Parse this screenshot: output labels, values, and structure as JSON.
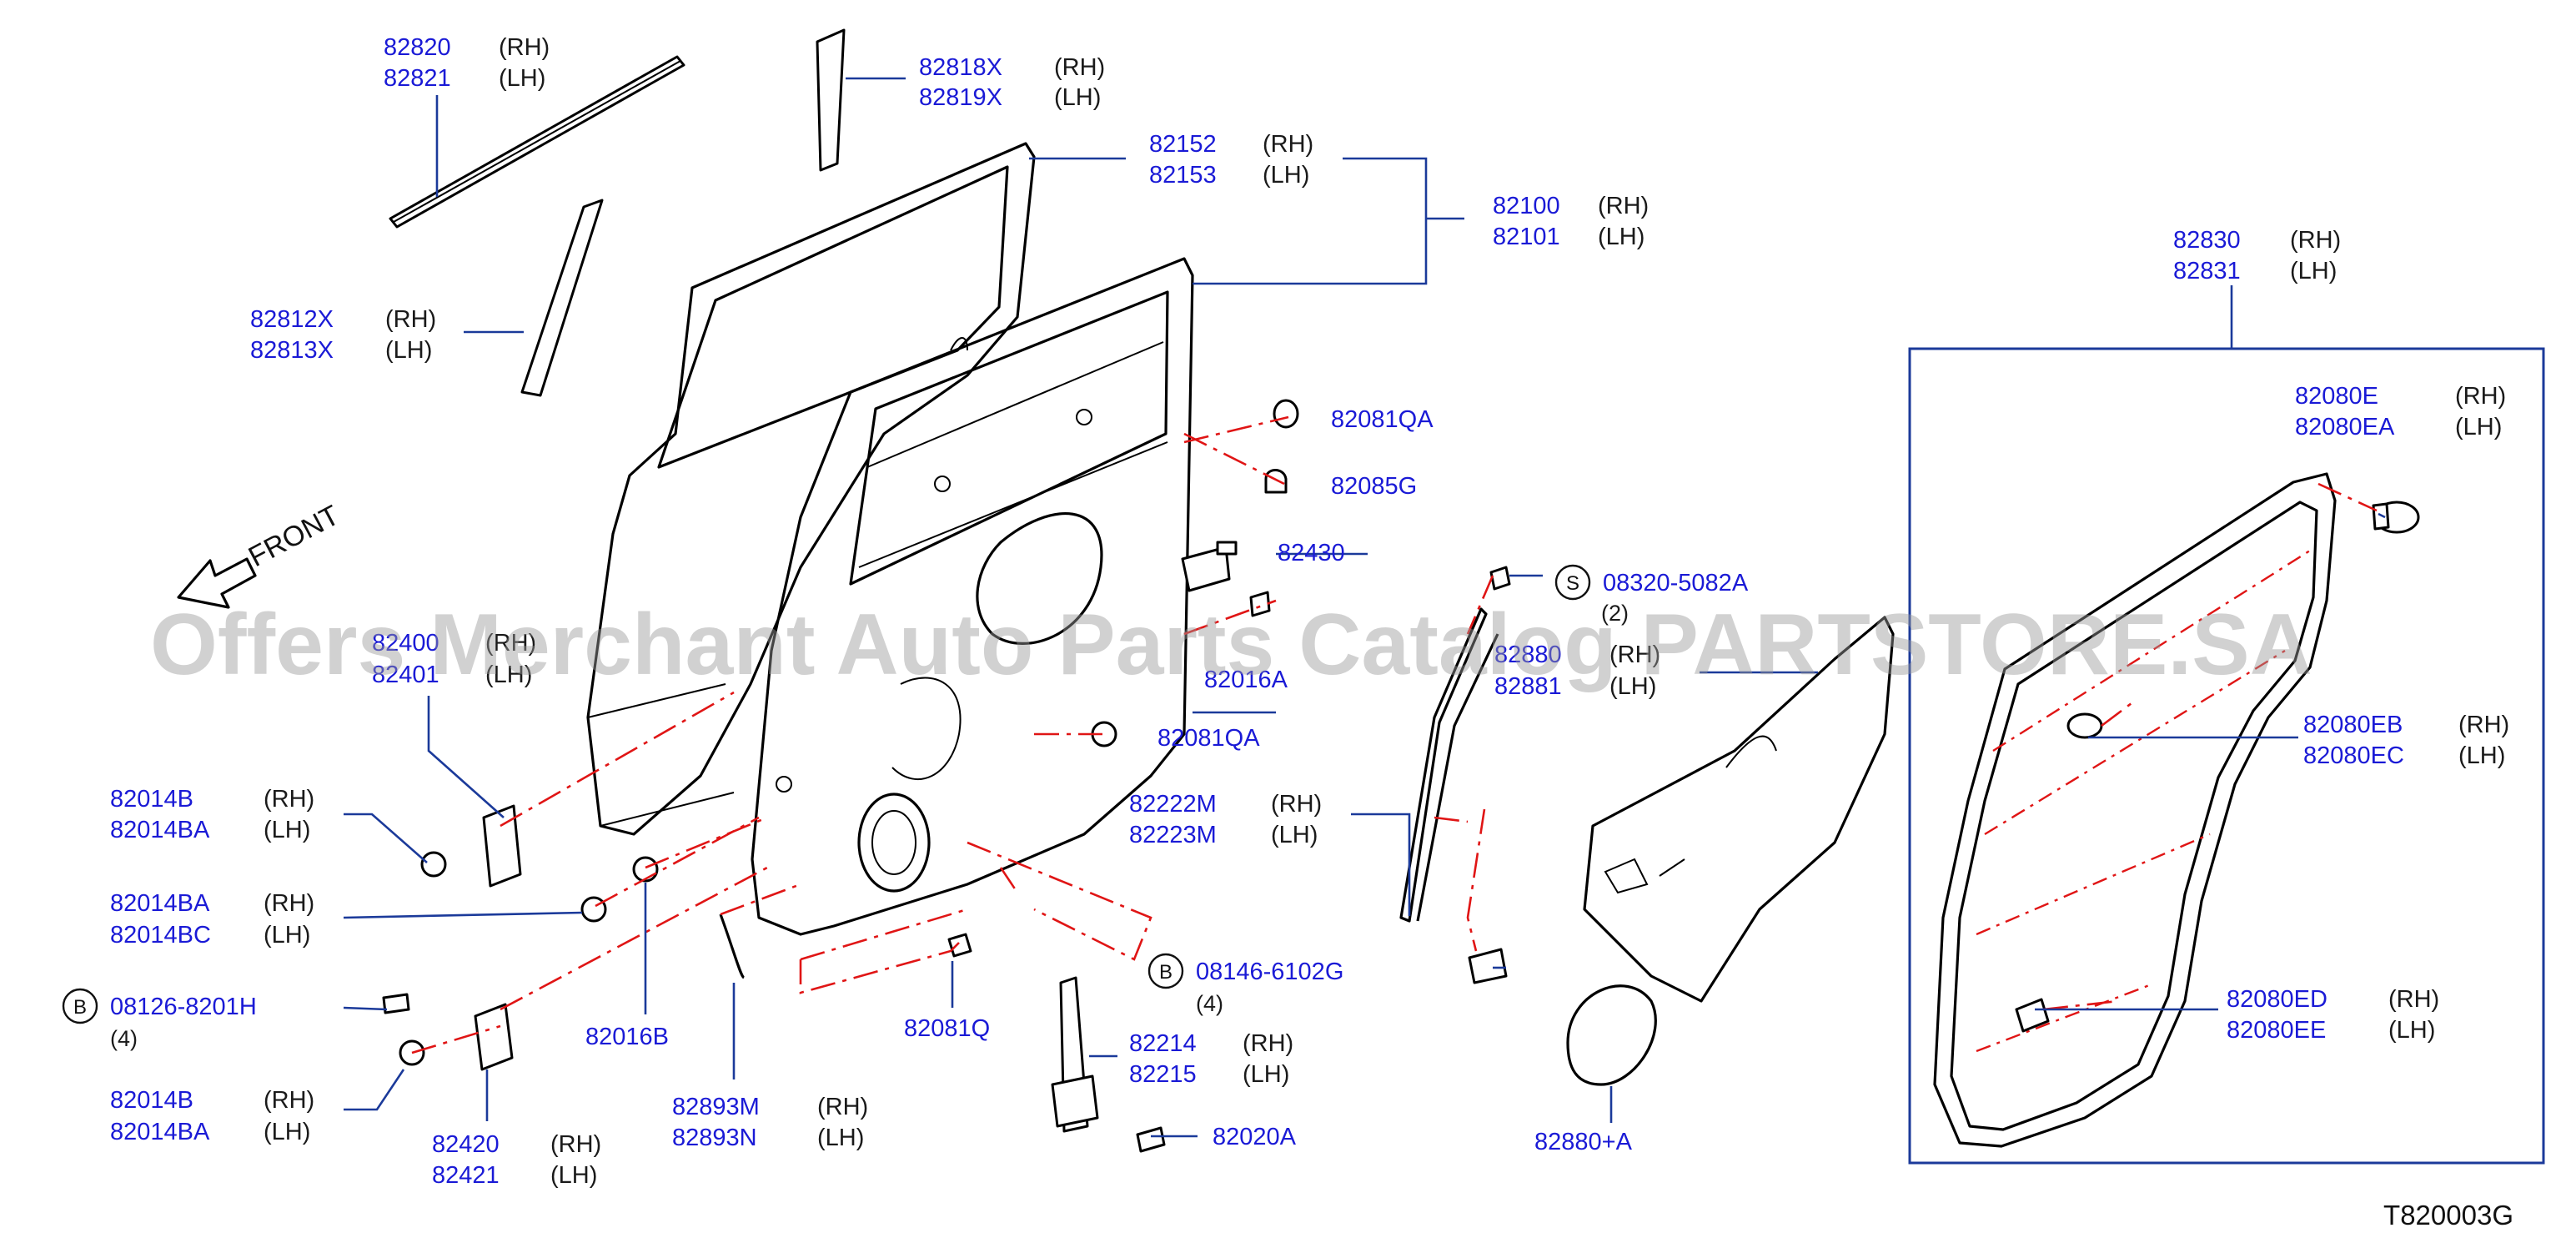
{
  "watermark": "Offers Merchant Auto Parts Catalog PARTSTORE.SA",
  "front_label": "FRONT",
  "diagram_code": "T820003G",
  "colors": {
    "part_number": "#1a1ad6",
    "leader": "#1b3a9a",
    "hidden_line": "#e01515",
    "outline": "#000000"
  },
  "callouts": [
    {
      "id": "82820",
      "rh": "82820",
      "lh": "82821",
      "rh_side": "(RH)",
      "lh_side": "(LH)"
    },
    {
      "id": "82818X",
      "rh": "82818X",
      "lh": "82819X",
      "rh_side": "(RH)",
      "lh_side": "(LH)"
    },
    {
      "id": "82152",
      "rh": "82152",
      "lh": "82153",
      "rh_side": "(RH)",
      "lh_side": "(LH)"
    },
    {
      "id": "82100",
      "rh": "82100",
      "lh": "82101",
      "rh_side": "(RH)",
      "lh_side": "(LH)"
    },
    {
      "id": "82812X",
      "rh": "82812X",
      "lh": "82813X",
      "rh_side": "(RH)",
      "lh_side": "(LH)"
    },
    {
      "id": "82830",
      "rh": "82830",
      "lh": "82831",
      "rh_side": "(RH)",
      "lh_side": "(LH)"
    },
    {
      "id": "82080E",
      "rh": "82080E",
      "lh": "82080EA",
      "rh_side": "(RH)",
      "lh_side": "(LH)"
    },
    {
      "id": "82400",
      "rh": "82400",
      "lh": "82401",
      "rh_side": "(RH)",
      "lh_side": "(LH)"
    },
    {
      "id": "82880",
      "rh": "82880",
      "lh": "82881",
      "rh_side": "(RH)",
      "lh_side": "(LH)"
    },
    {
      "id": "82080EB",
      "rh": "82080EB",
      "lh": "82080EC",
      "rh_side": "(RH)",
      "lh_side": "(LH)"
    },
    {
      "id": "82014B-a",
      "rh": "82014B",
      "lh": "82014BA",
      "rh_side": "(RH)",
      "lh_side": "(LH)"
    },
    {
      "id": "82222M",
      "rh": "82222M",
      "lh": "82223M",
      "rh_side": "(RH)",
      "lh_side": "(LH)"
    },
    {
      "id": "82014BA",
      "rh": "82014BA",
      "lh": "82014BC",
      "rh_side": "(RH)",
      "lh_side": "(LH)"
    },
    {
      "id": "82214",
      "rh": "82214",
      "lh": "82215",
      "rh_side": "(RH)",
      "lh_side": "(LH)"
    },
    {
      "id": "82014B-b",
      "rh": "82014B",
      "lh": "82014BA",
      "rh_side": "(RH)",
      "lh_side": "(LH)"
    },
    {
      "id": "82893M",
      "rh": "82893M",
      "lh": "82893N",
      "rh_side": "(RH)",
      "lh_side": "(LH)"
    },
    {
      "id": "82420",
      "rh": "82420",
      "lh": "82421",
      "rh_side": "(RH)",
      "lh_side": "(LH)"
    },
    {
      "id": "82080ED",
      "rh": "82080ED",
      "lh": "82080EE",
      "rh_side": "(RH)",
      "lh_side": "(LH)"
    }
  ],
  "singles": [
    {
      "id": "82081QA-top",
      "part": "82081QA"
    },
    {
      "id": "82085G",
      "part": "82085G"
    },
    {
      "id": "82430",
      "part": "82430"
    },
    {
      "id": "82016A",
      "part": "82016A"
    },
    {
      "id": "82081QA-mid",
      "part": "82081QA"
    },
    {
      "id": "82016B",
      "part": "82016B"
    },
    {
      "id": "82081Q",
      "part": "82081Q"
    },
    {
      "id": "82020A",
      "part": "82020A"
    },
    {
      "id": "82880A",
      "part": "82880+A"
    }
  ],
  "fasteners": [
    {
      "id": "S-08320",
      "tag": "S",
      "part": "08320-5082A",
      "qty": "(2)"
    },
    {
      "id": "B-08146",
      "tag": "B",
      "part": "08146-6102G",
      "qty": "(4)"
    },
    {
      "id": "B-08126",
      "tag": "B",
      "part": "08126-8201H",
      "qty": "(4)"
    }
  ]
}
